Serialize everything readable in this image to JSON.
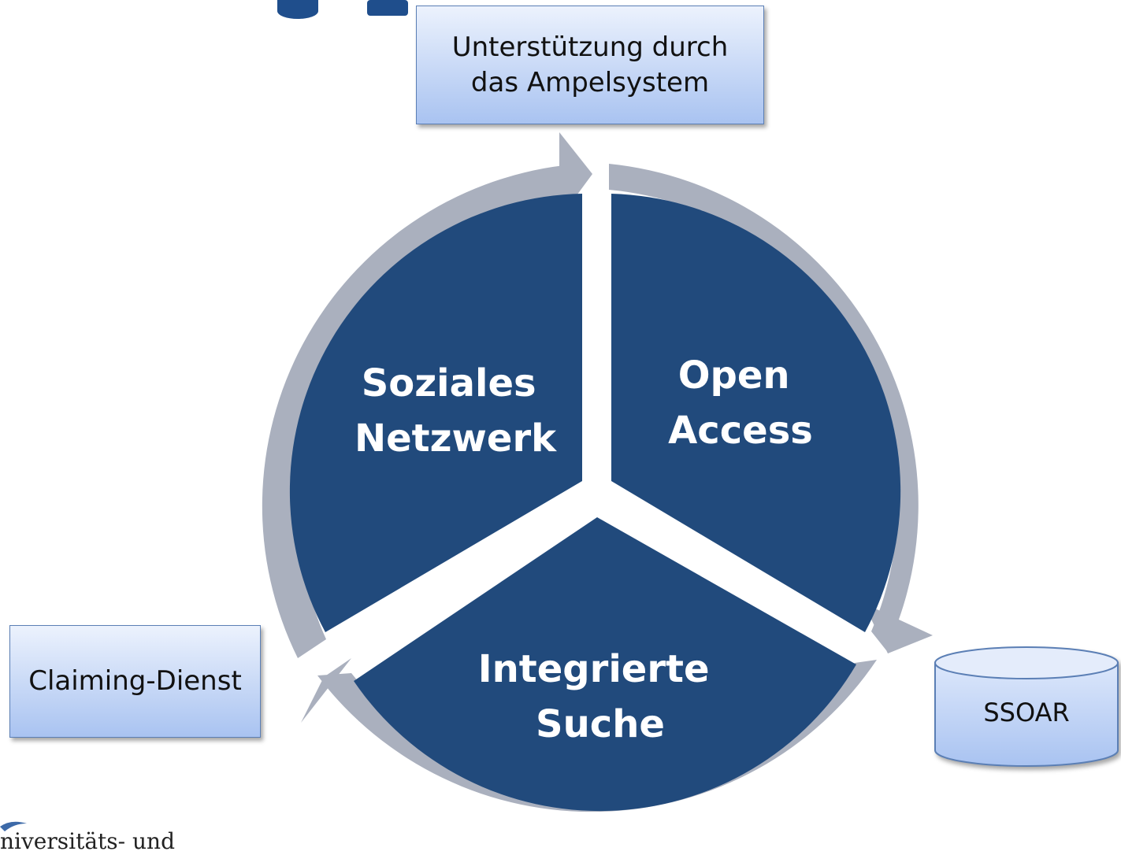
{
  "diagram": {
    "segments": [
      {
        "id": "soziales",
        "lines": [
          "Soziales",
          "Netzwerk"
        ]
      },
      {
        "id": "open",
        "lines": [
          "Open",
          "Access"
        ]
      },
      {
        "id": "suche",
        "lines": [
          "Integrierte",
          "Suche"
        ]
      }
    ],
    "callouts": {
      "ampel": "Unterstützung durch das Ampelsystem",
      "claiming": "Claiming-Dienst",
      "database": "SSOAR"
    },
    "logo_text": "niversitäts- und",
    "colors": {
      "segment_fill": "#214a7c",
      "ring": "#aab0be",
      "box_fill_top": "#ecf2fd",
      "box_fill_bottom": "#a9c3f1",
      "box_border": "#5b7fb5",
      "title_fragment": "#1f4e8c"
    }
  }
}
